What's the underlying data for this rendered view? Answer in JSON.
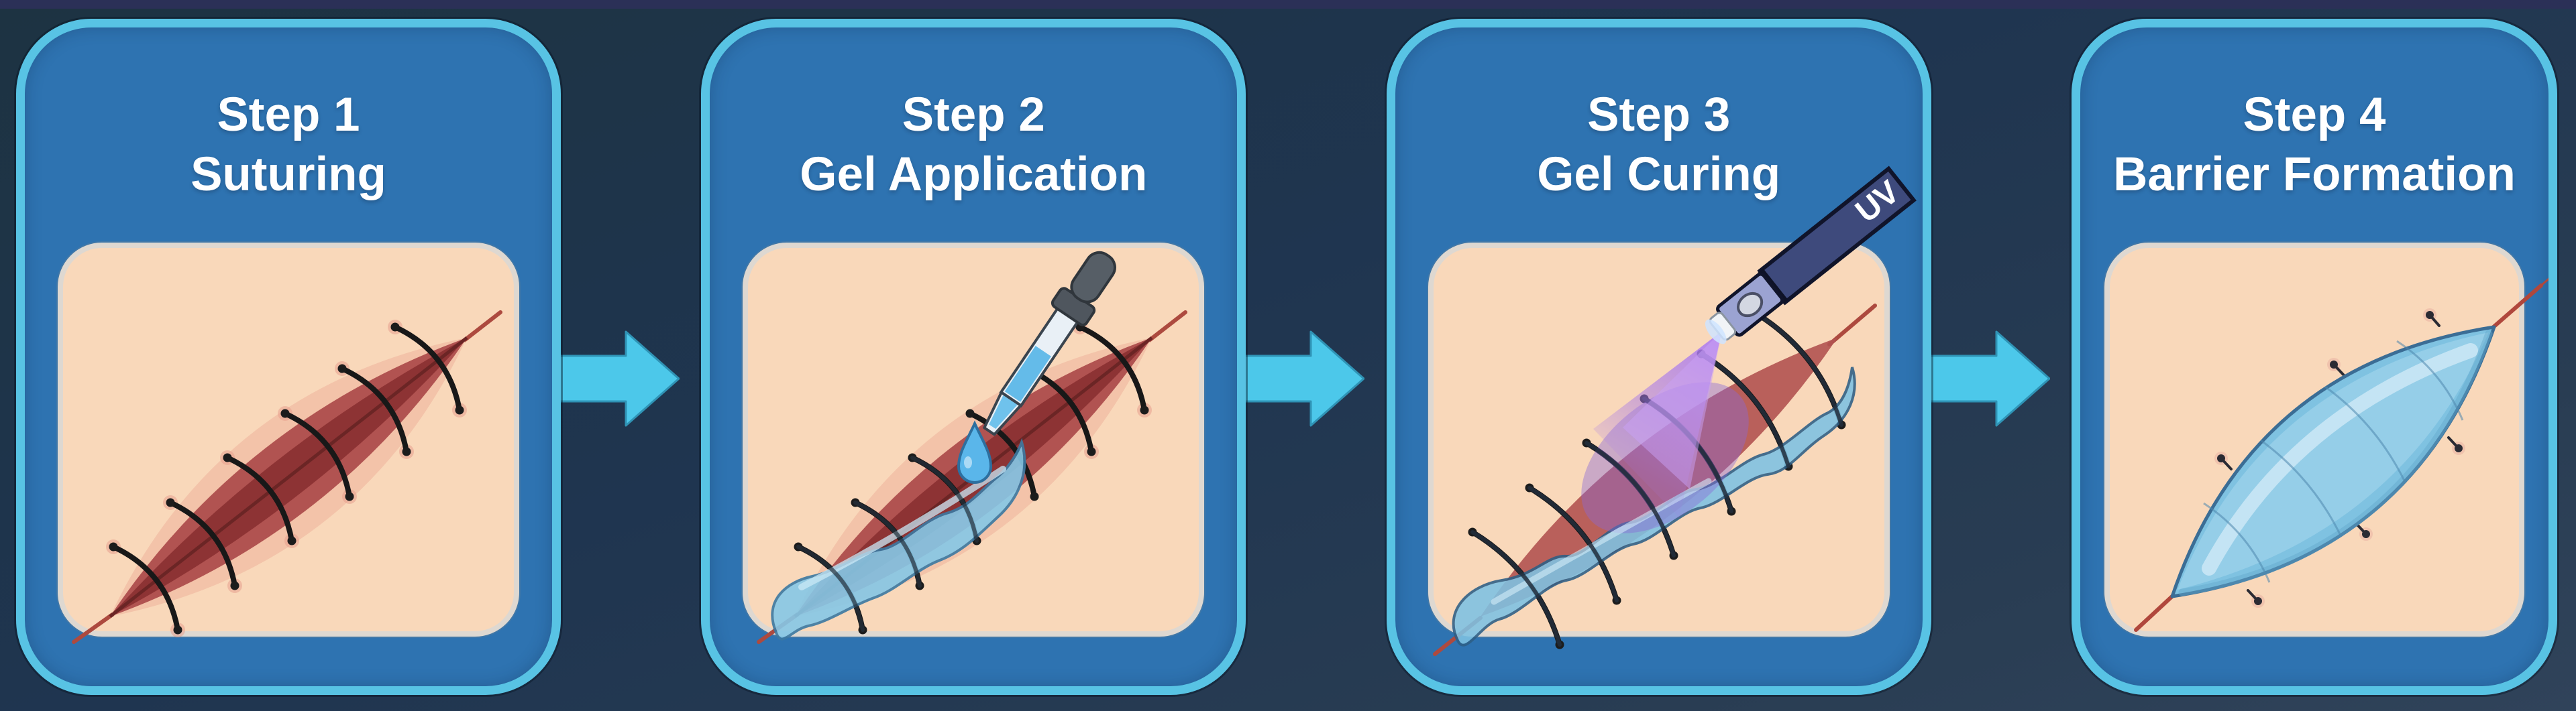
{
  "colors": {
    "page-bg-a": "#1d3342",
    "page-bg-b": "#1f3550",
    "page-bg-c": "#293d53",
    "page-bg-d": "#30435a",
    "top-strip": "#2b3057",
    "card-fill": "#2e73b1",
    "card-border": "#58c3e4",
    "panel-fill": "#f9d8ba",
    "panel-border": "#ded8d1",
    "arrow-fill": "#4cc8ea",
    "title-text": "#ffffff"
  },
  "steps": [
    {
      "label": "Step 1",
      "name": "Suturing",
      "icon": "sutured-wound-icon"
    },
    {
      "label": "Step 2",
      "name": "Gel Application",
      "icon": "gel-application-icon"
    },
    {
      "label": "Step 3",
      "name": "Gel Curing",
      "icon": "uv-curing-icon",
      "device_label": "UV"
    },
    {
      "label": "Step 4",
      "name": "Barrier Formation",
      "icon": "barrier-formation-icon"
    }
  ],
  "flow": {
    "arrow_count": 3,
    "direction": "right"
  }
}
